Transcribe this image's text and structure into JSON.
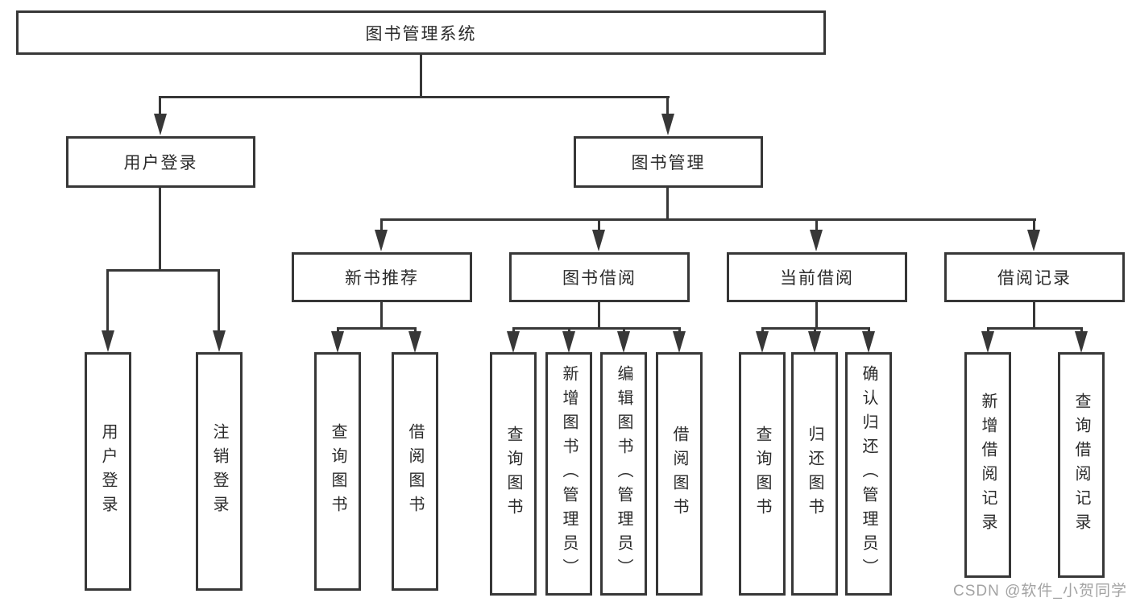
{
  "diagram": {
    "title": "图书管理系统",
    "user_branch": {
      "label": "用户登录",
      "children": [
        "用户登录",
        "注销登录"
      ]
    },
    "mgmt_branch": {
      "label": "图书管理",
      "groups": [
        {
          "label": "新书推荐",
          "children": [
            "查询图书",
            "借阅图书"
          ]
        },
        {
          "label": "图书借阅",
          "children": [
            "查询图书",
            "新增图书（管理员）",
            "编辑图书（管理员）",
            "借阅图书"
          ]
        },
        {
          "label": "当前借阅",
          "children": [
            "查询图书",
            "归还图书",
            "确认归还（管理员）"
          ]
        },
        {
          "label": "借阅记录",
          "children": [
            "新增借阅记录",
            "查询借阅记录"
          ]
        }
      ]
    }
  },
  "watermark": {
    "text": "CSDN @软件_小贺同学"
  },
  "colors": {
    "line": "#373737",
    "text": "#2b2b2b",
    "watermark": "#a3a3a3",
    "background": "#ffffff"
  }
}
